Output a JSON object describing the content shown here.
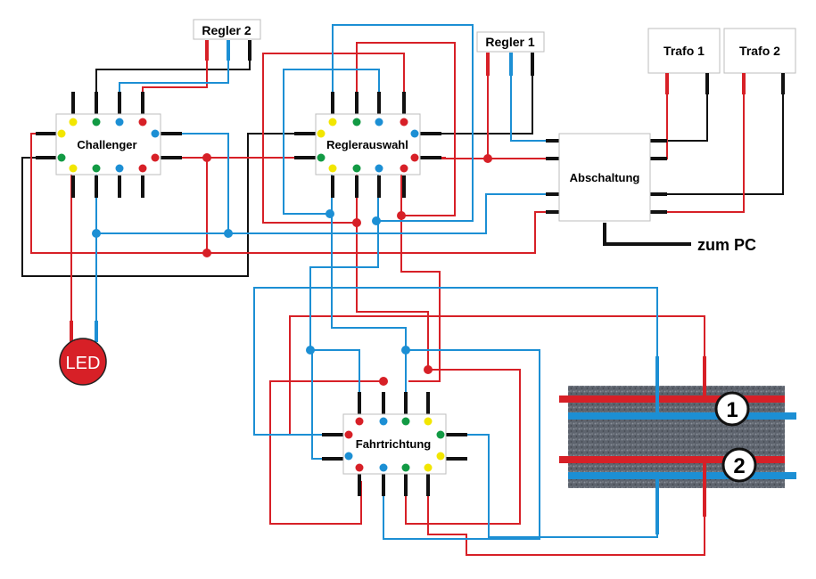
{
  "labels": {
    "regler2": "Regler 2",
    "regler1": "Regler 1",
    "trafo1": "Trafo 1",
    "trafo2": "Trafo 2",
    "challenger": "Challenger",
    "reglerauswahl": "Reglerauswahl",
    "abschaltung": "Abschaltung",
    "zum_pc": "zum PC",
    "led": "LED",
    "fahrtrichtung": "Fahrtrichtung",
    "track1": "1",
    "track2": "2"
  },
  "colors": {
    "wire_red": "#d72027",
    "wire_blue": "#1c8fd4",
    "wire_black": "#111111",
    "dot_yellow": "#f2e600",
    "dot_green": "#129a44",
    "led_fill": "#d72027",
    "track_bed": "#5b616b"
  }
}
